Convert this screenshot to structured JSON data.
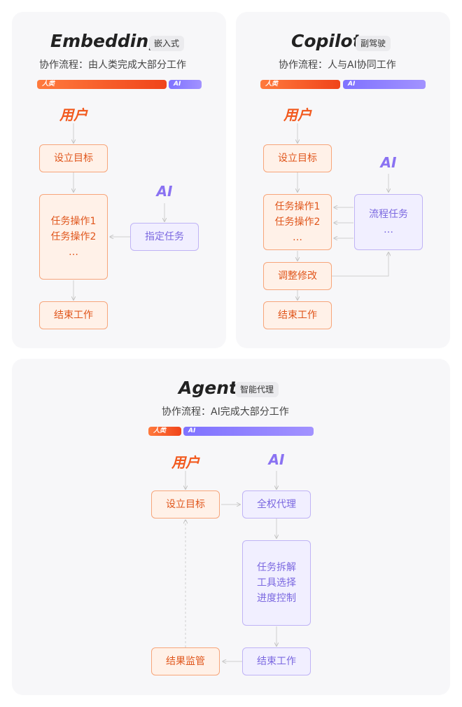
{
  "legend": {
    "human": "人类",
    "ai": "AI"
  },
  "embedding": {
    "title": "Embedding",
    "badge": "嵌入式",
    "subtitle": "协作流程：由人类完成大部分工作",
    "actor_user": "用户",
    "actor_ai": "AI",
    "set_goal": "设立目标",
    "task_lines": [
      "任务操作1",
      "任务操作2",
      "…"
    ],
    "assign": "指定任务",
    "finish": "结束工作"
  },
  "copilot": {
    "title": "Copilot",
    "badge": "副驾驶",
    "subtitle": "协作流程：人与AI协同工作",
    "actor_user": "用户",
    "actor_ai": "AI",
    "set_goal": "设立目标",
    "task_lines": [
      "任务操作1",
      "任务操作2",
      "…"
    ],
    "flow_lines": [
      "流程任务",
      "…"
    ],
    "adjust": "调整修改",
    "finish": "结束工作"
  },
  "agent": {
    "title": "Agent",
    "badge": "智能代理",
    "subtitle": "协作流程：AI完成大部分工作",
    "actor_user": "用户",
    "actor_ai": "AI",
    "set_goal": "设立目标",
    "proxy": "全权代理",
    "ai_lines": [
      "任务拆解",
      "工具选择",
      "进度控制"
    ],
    "finish": "结束工作",
    "supervise": "结果监管"
  }
}
